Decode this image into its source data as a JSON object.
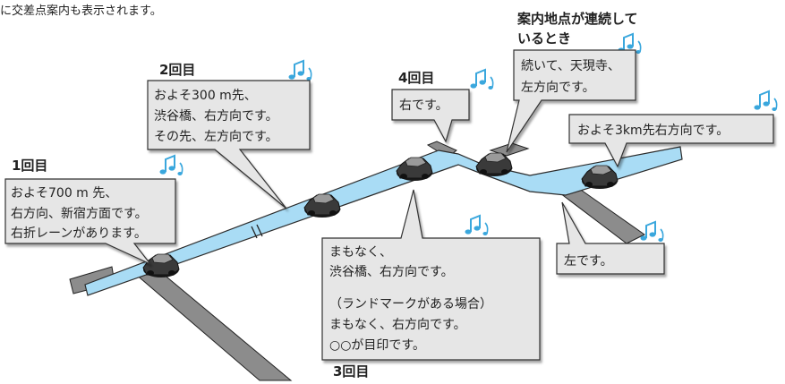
{
  "top_text": "に交差点案内も表示されます。",
  "labels": {
    "first": "1回目",
    "second": "2回目",
    "third": "3回目",
    "fourth": "4回目",
    "consecutive_line1": "案内地点が連続して",
    "consecutive_line2": "いるとき"
  },
  "bubbles": {
    "first": [
      "およそ700 m 先、",
      "右方向、新宿方面です。",
      "右折レーンがあります。"
    ],
    "second": [
      "およそ300 m先、",
      "渋谷橋、右方向です。",
      "その先、左方向です。"
    ],
    "third": [
      "まもなく、",
      "渋谷橋、右方向です。",
      "（ランドマークがある場合）",
      "まもなく、右方向です。",
      "○○が目印です。"
    ],
    "fourth": [
      "右です。"
    ],
    "consecutive": [
      "続いて、天現寺、",
      "左方向です。"
    ],
    "distance": [
      "およそ3km先右方向です。"
    ],
    "left": [
      "左です。"
    ]
  },
  "colors": {
    "route": "#a9dcf5",
    "route_edge": "#2b2b2b",
    "road": "#8c8c8c",
    "bubble_fill": "#e6e6e6",
    "bubble_stroke": "#333333",
    "note_icon": "#3aa7dd"
  },
  "icons": [
    "music-note-icon",
    "car-icon"
  ]
}
